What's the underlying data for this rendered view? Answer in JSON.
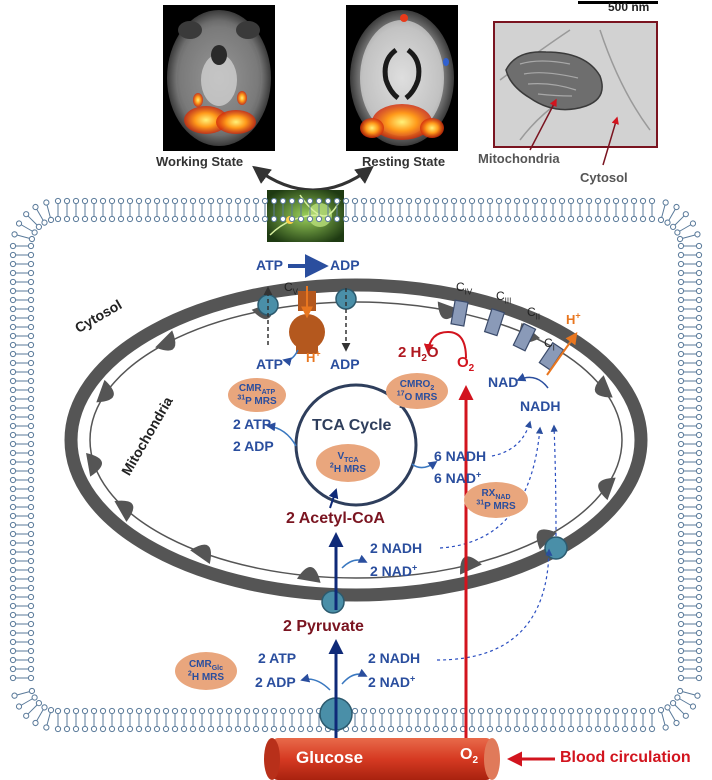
{
  "scale_bar": "500 nm",
  "images": {
    "working_state": "Working State",
    "resting_state": "Resting State",
    "mitochondria_label": "Mitochondria",
    "cytosol_label": "Cytosol"
  },
  "regions": {
    "cytosol": "Cytosol",
    "mitochondria": "Mitochondria"
  },
  "top_exchange": {
    "atp": "ATP",
    "adp": "ADP",
    "atp_in": "ATP",
    "adp_in": "ADP",
    "cv_main": "C",
    "cv_sub": "V",
    "proton_main": "H",
    "proton_sup": "+"
  },
  "etc": {
    "complexes": [
      {
        "main": "C",
        "sub": "IV"
      },
      {
        "main": "C",
        "sub": "III"
      },
      {
        "main": "C",
        "sub": "II"
      },
      {
        "main": "C",
        "sub": "I"
      }
    ],
    "proton_main": "H",
    "proton_sup": "+",
    "water_prefix": "2 H",
    "water_sub": "2",
    "water_suffix": "O",
    "o2_main": "O",
    "o2_sub": "2",
    "nad_main": "NAD",
    "nad_sup": "+",
    "nadh": "NADH"
  },
  "tca": {
    "label": "TCA Cycle",
    "atp": "2 ATP",
    "adp": "2 ADP",
    "nadh": "6 NADH",
    "nad_main": "6 NAD",
    "nad_sup": "+",
    "acetyl_coa": "2 Acetyl-CoA"
  },
  "pdh": {
    "nadh": "2 NADH",
    "nad_main": "2 NAD",
    "nad_sup": "+"
  },
  "glycolysis": {
    "pyruvate": "2 Pyruvate",
    "atp": "2 ATP",
    "adp": "2 ADP",
    "nadh": "2 NADH",
    "nad_main": "2 NAD",
    "nad_sup": "+"
  },
  "measures": {
    "cmr_atp": {
      "main": "CMR",
      "sub": "ATP",
      "line2_sup": "31",
      "line2": "P MRS"
    },
    "cmr_o2": {
      "main": "CMRO",
      "sub": "2",
      "line2_sup": "17",
      "line2": "O MRS"
    },
    "vtca": {
      "main": "V",
      "sub": "TCA",
      "line2_sup": "2",
      "line2": "H MRS"
    },
    "rx_nad": {
      "main": "RX",
      "sub": "NAD",
      "line2_sup": "31",
      "line2": "P MRS"
    },
    "cmr_glc": {
      "main": "CMR",
      "sub": "Glc",
      "line2_sup": "2",
      "line2": "H MRS"
    }
  },
  "blood": {
    "glucose": "Glucose",
    "o2_main": "O",
    "o2_sub": "2",
    "circulation": "Blood circulation"
  },
  "colors": {
    "blue": "#2a4e9e",
    "maroon": "#7a1420",
    "red": "#d2141e",
    "membrane_grey": "#555555",
    "pill": "#e9a67d",
    "vessel": "#d9472b",
    "channel": "#4a8fa8"
  }
}
